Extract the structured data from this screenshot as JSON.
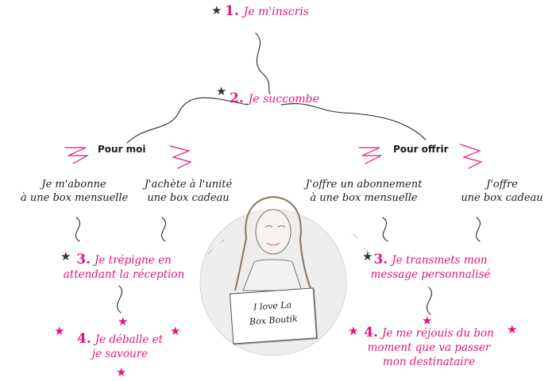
{
  "steps": {
    "s1": {
      "num": "1.",
      "text": "Je m'inscris"
    },
    "s2": {
      "num": "2.",
      "text": "Je succombe"
    }
  },
  "left": {
    "heading": "Pour moi",
    "option1": [
      "Je m'abonne",
      "à une box mensuelle"
    ],
    "option2": [
      "J'achète à l'unité",
      "une box cadeau"
    ],
    "step3": {
      "num": "3.",
      "lines": [
        "Je trépigne en",
        "attendant la réception"
      ]
    },
    "step4": {
      "num": "4.",
      "lines": [
        "Je déballe et",
        "je savoure"
      ]
    }
  },
  "right": {
    "heading": "Pour offrir",
    "option1": [
      "J'offre un abonnement",
      "à une box mensuelle"
    ],
    "option2": [
      "J'offre",
      "une box cadeau"
    ],
    "step3": {
      "num": "3.",
      "lines": [
        "Je transmets mon",
        "message personnalisé"
      ]
    },
    "step4": {
      "num": "4.",
      "lines": [
        "Je me réjouis du bon",
        "moment que va passer",
        "mon destinataire"
      ]
    }
  },
  "sign": {
    "lines": [
      "I love La",
      "Box Boutik"
    ]
  },
  "colors": {
    "accent": "#e4147d",
    "ink": "#1a1a1a",
    "line": "#2a2a2a"
  },
  "icons": {
    "star": "star-icon",
    "squiggle": "squiggle-decoration"
  }
}
